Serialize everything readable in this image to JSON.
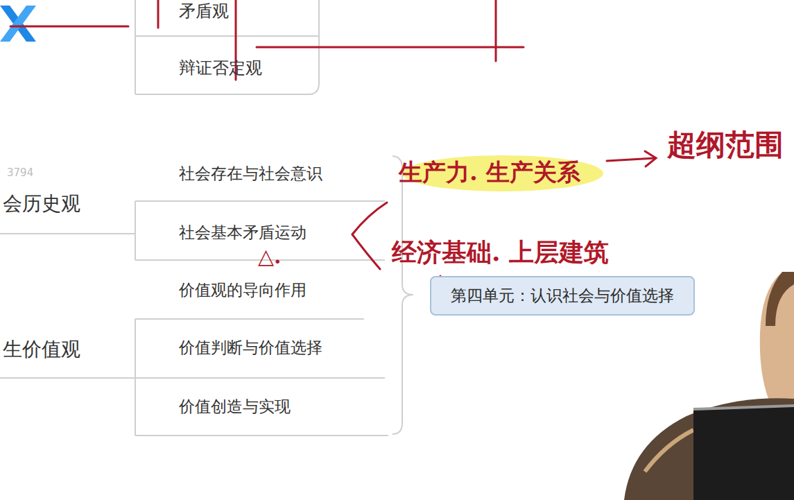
{
  "diagram": {
    "nodes": [
      {
        "text": [
          "第四单元：认识社会与价值选择"
        ]
      }
    ],
    "labels": [
      "矛盾观",
      "辩证否定观",
      "会历史观",
      "社会存在与社会意识",
      "社会基本矛盾运动",
      "价值观的导向作用",
      "生价值观",
      "价值判断与价值选择",
      "价值创造与实现",
      "生产力. 生产关系",
      "超纲范围",
      "经济基础. 上层建筑",
      "△.",
      "3794"
    ]
  }
}
